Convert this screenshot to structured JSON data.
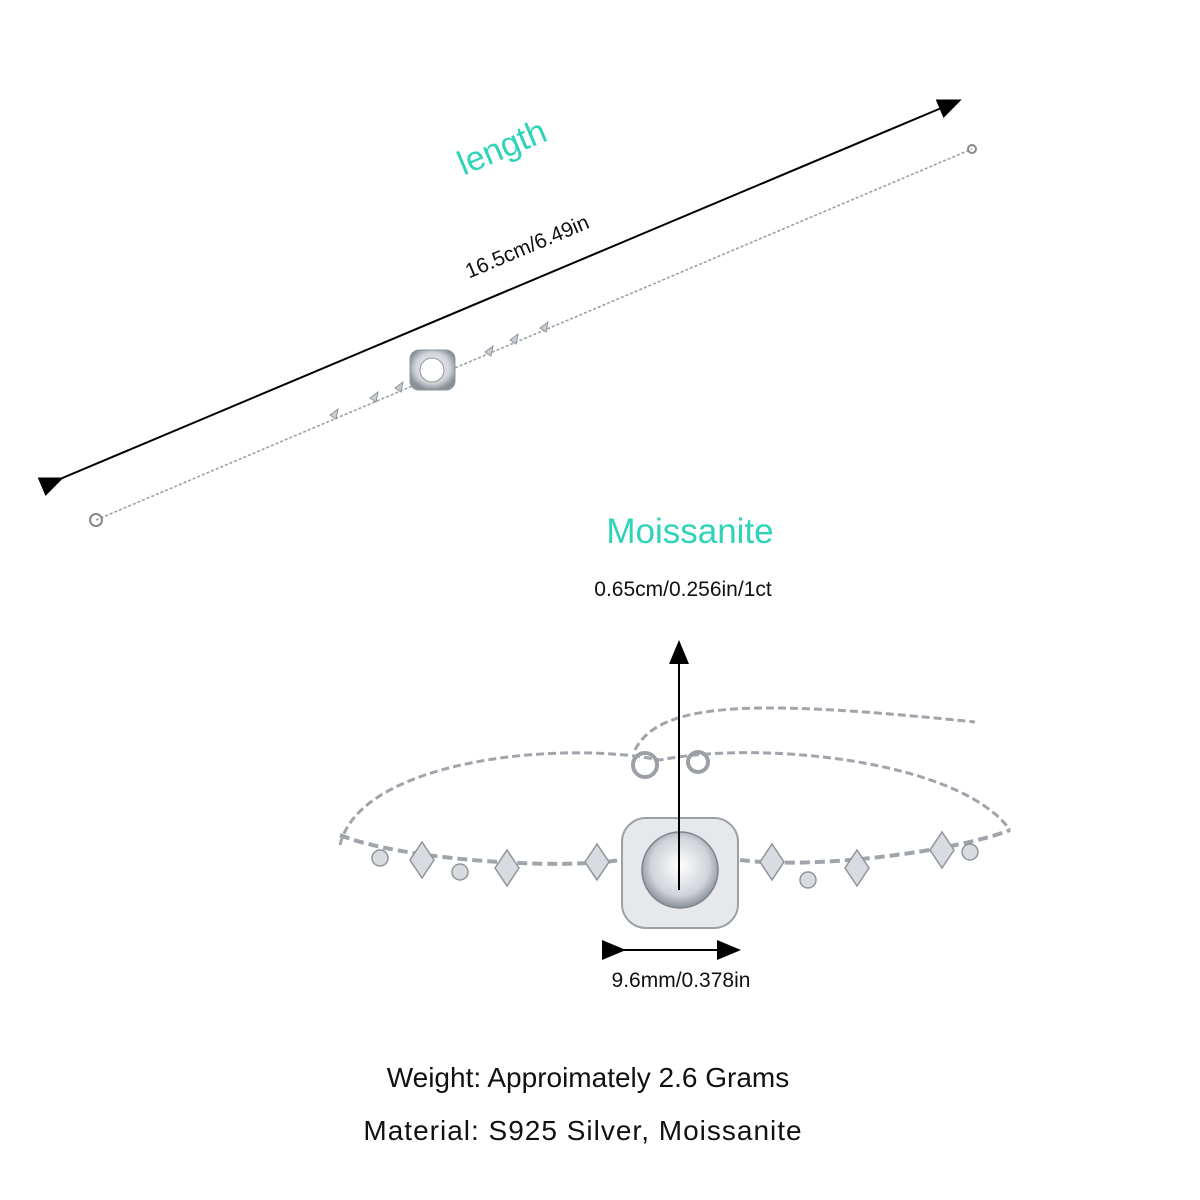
{
  "length": {
    "label": "length",
    "value": "16.5cm/6.49in"
  },
  "stone": {
    "label": "Moissanite",
    "size": "0.65cm/0.256in/1ct"
  },
  "halo_width": "9.6mm/0.378in",
  "specs": {
    "weight": "Weight: Approimately 2.6 Grams",
    "material": "Material: S925 Silver, Moissanite"
  },
  "colors": {
    "accent": "#2fd3b8",
    "text": "#111111"
  }
}
